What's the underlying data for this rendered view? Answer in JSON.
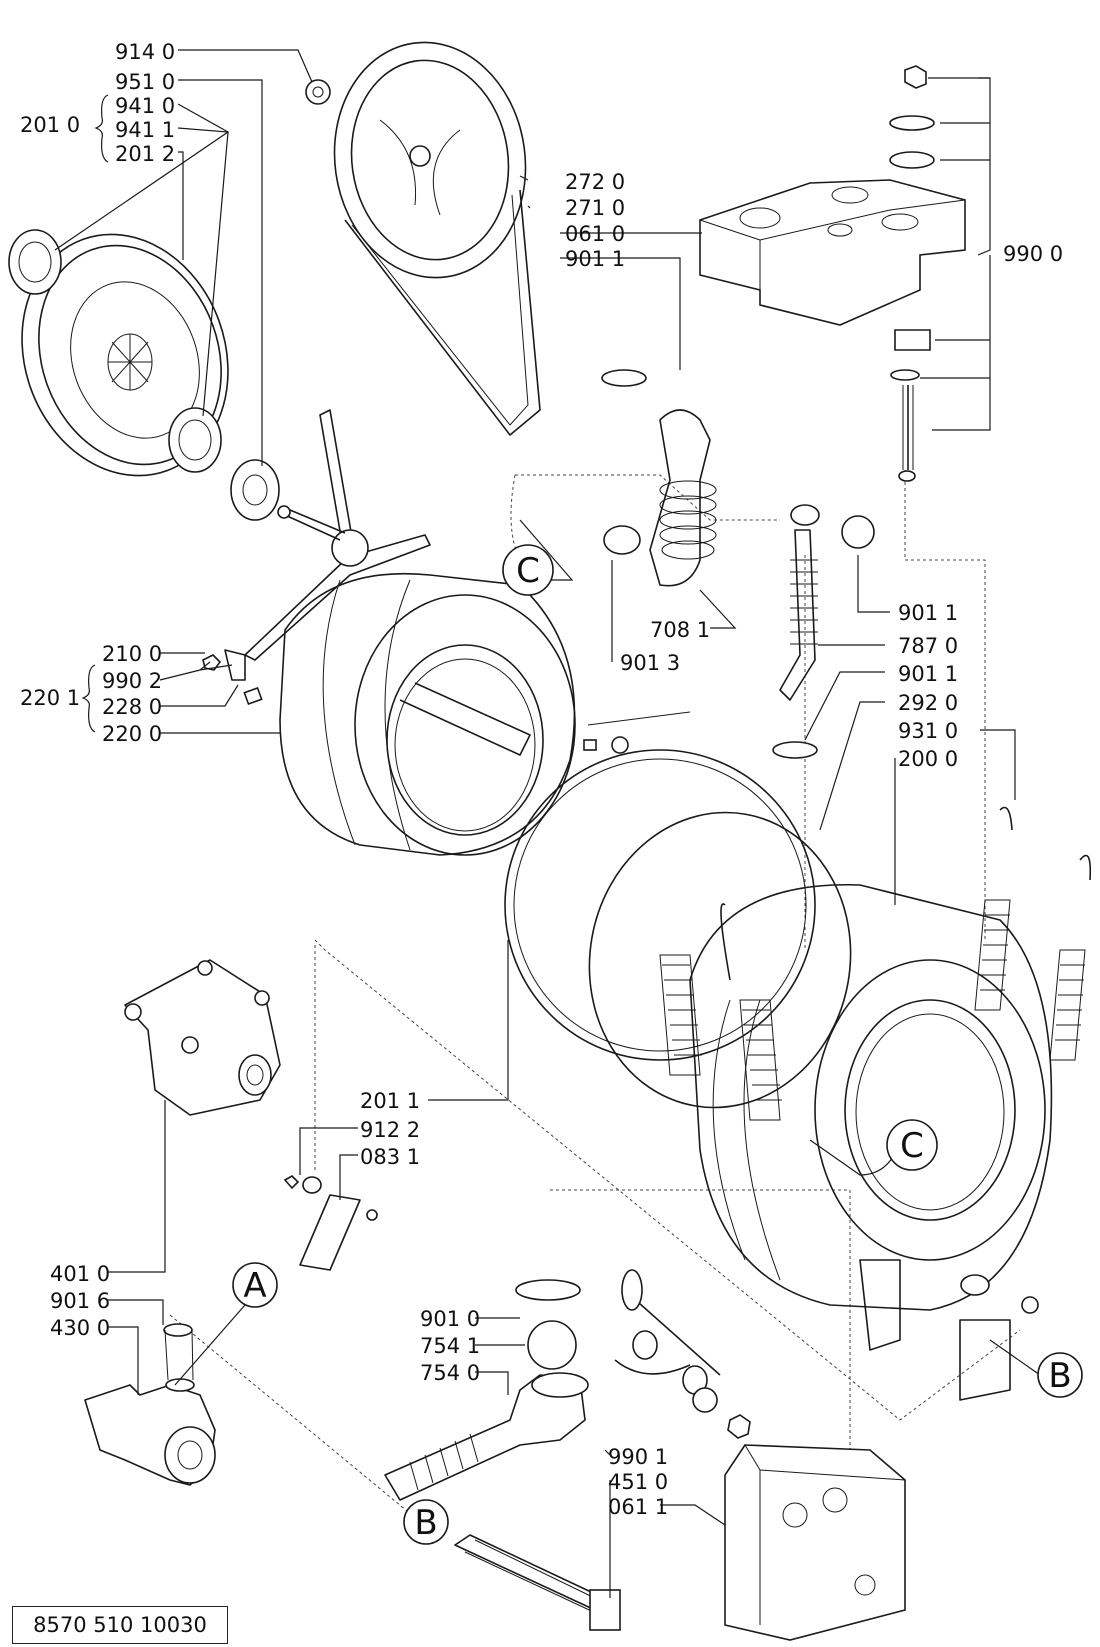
{
  "labels": {
    "l9140": "914 0",
    "l9510": "951 0",
    "l9410": "941 0",
    "l9411": "941 1",
    "l2012": "201 2",
    "l2010": "201 0",
    "l2720": "272 0",
    "l2710": "271 0",
    "l0610": "061 0",
    "l9011a": "901 1",
    "l9900": "990 0",
    "l7081": "708 1",
    "l9013": "901 3",
    "l9011b": "901 1",
    "l7870": "787 0",
    "l9011c": "901 1",
    "l2920": "292 0",
    "l9310": "931 0",
    "l2000": "200 0",
    "l2100": "210 0",
    "l9902": "990 2",
    "l2280": "228 0",
    "l2200": "220 0",
    "l2201": "220 1",
    "l2011": "201 1",
    "l9122": "912 2",
    "l0831": "083 1",
    "l4010": "401 0",
    "l9016": "901 6",
    "l4300": "430 0",
    "l9010": "901 0",
    "l7541": "754 1",
    "l7540": "754 0",
    "l9901": "990 1",
    "l4510": "451 0",
    "l0611": "061 1"
  },
  "callouts": {
    "c_top": "C",
    "c_tub": "C",
    "a_pump": "A",
    "b_heater": "B",
    "b_tub": "B"
  },
  "document_number": "8570 510 10030"
}
